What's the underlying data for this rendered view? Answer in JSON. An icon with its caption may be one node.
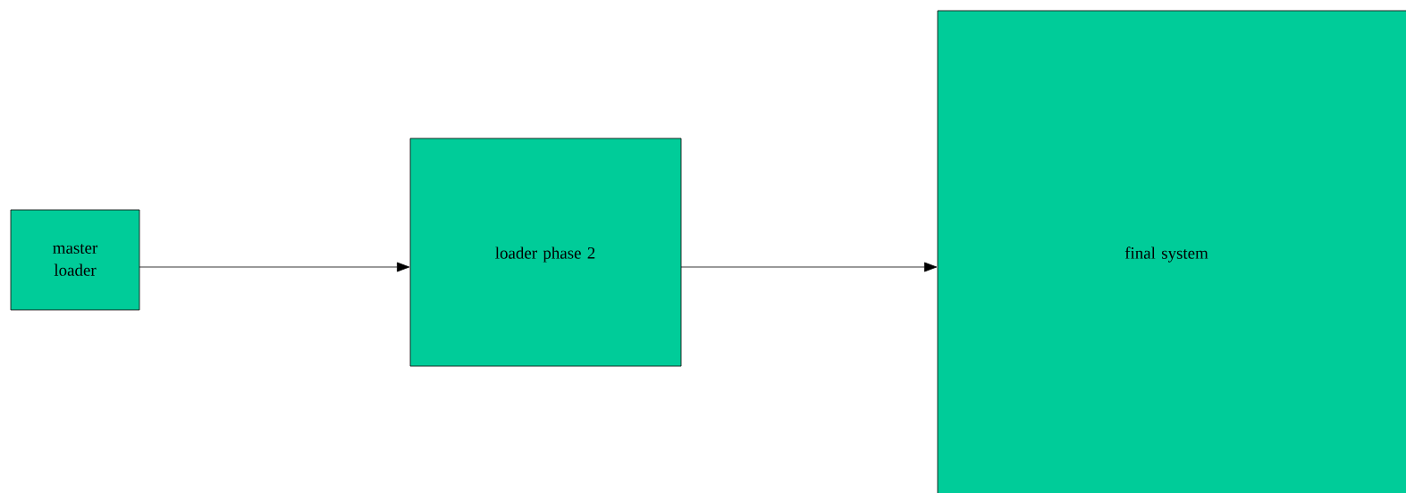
{
  "diagram": {
    "nodes": [
      {
        "text": [
          "master loader"
        ]
      },
      {
        "text": [
          "loader phase 2"
        ]
      },
      {
        "text": [
          "final system"
        ]
      }
    ],
    "edges": [
      {
        "from": 0,
        "to": 1,
        "arrow": "to"
      },
      {
        "from": 1,
        "to": 2,
        "arrow": "to"
      }
    ]
  }
}
